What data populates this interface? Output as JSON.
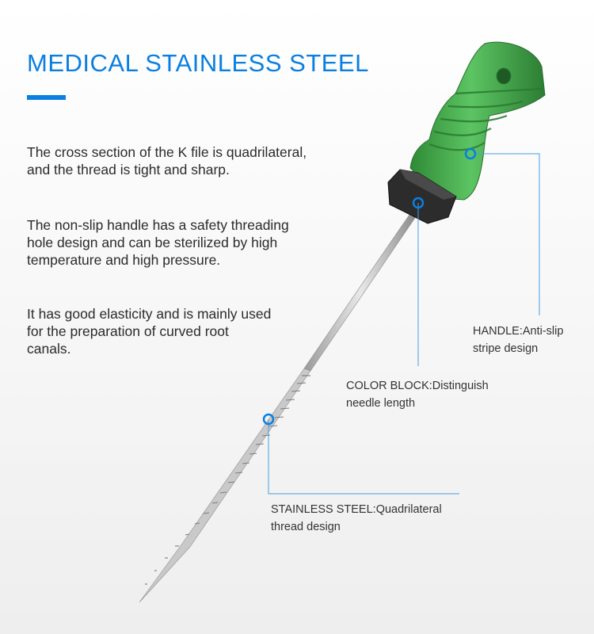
{
  "title": "MEDICAL STAINLESS STEEL",
  "paragraphs": [
    [
      "The cross section of the K file is quadrilateral,",
      "and the thread is tight and sharp."
    ],
    [
      "The non-slip handle has a safety threading",
      "hole design and can be sterilized by high",
      "temperature and high pressure."
    ],
    [
      "It has good elasticity and is mainly used",
      "for the preparation of curved root",
      "canals."
    ]
  ],
  "callouts": {
    "handle": [
      "HANDLE:Anti-slip",
      "stripe design"
    ],
    "color_block": [
      "COLOR BLOCK:Distinguish",
      "needle length"
    ],
    "steel": [
      "STAINLESS STEEL:Quadrilateral",
      "thread design"
    ]
  },
  "colors": {
    "accent": "#0a7fe0",
    "handle": "#3fa648",
    "stopper": "#2c2c2c",
    "leader": "#4a9fe0"
  }
}
